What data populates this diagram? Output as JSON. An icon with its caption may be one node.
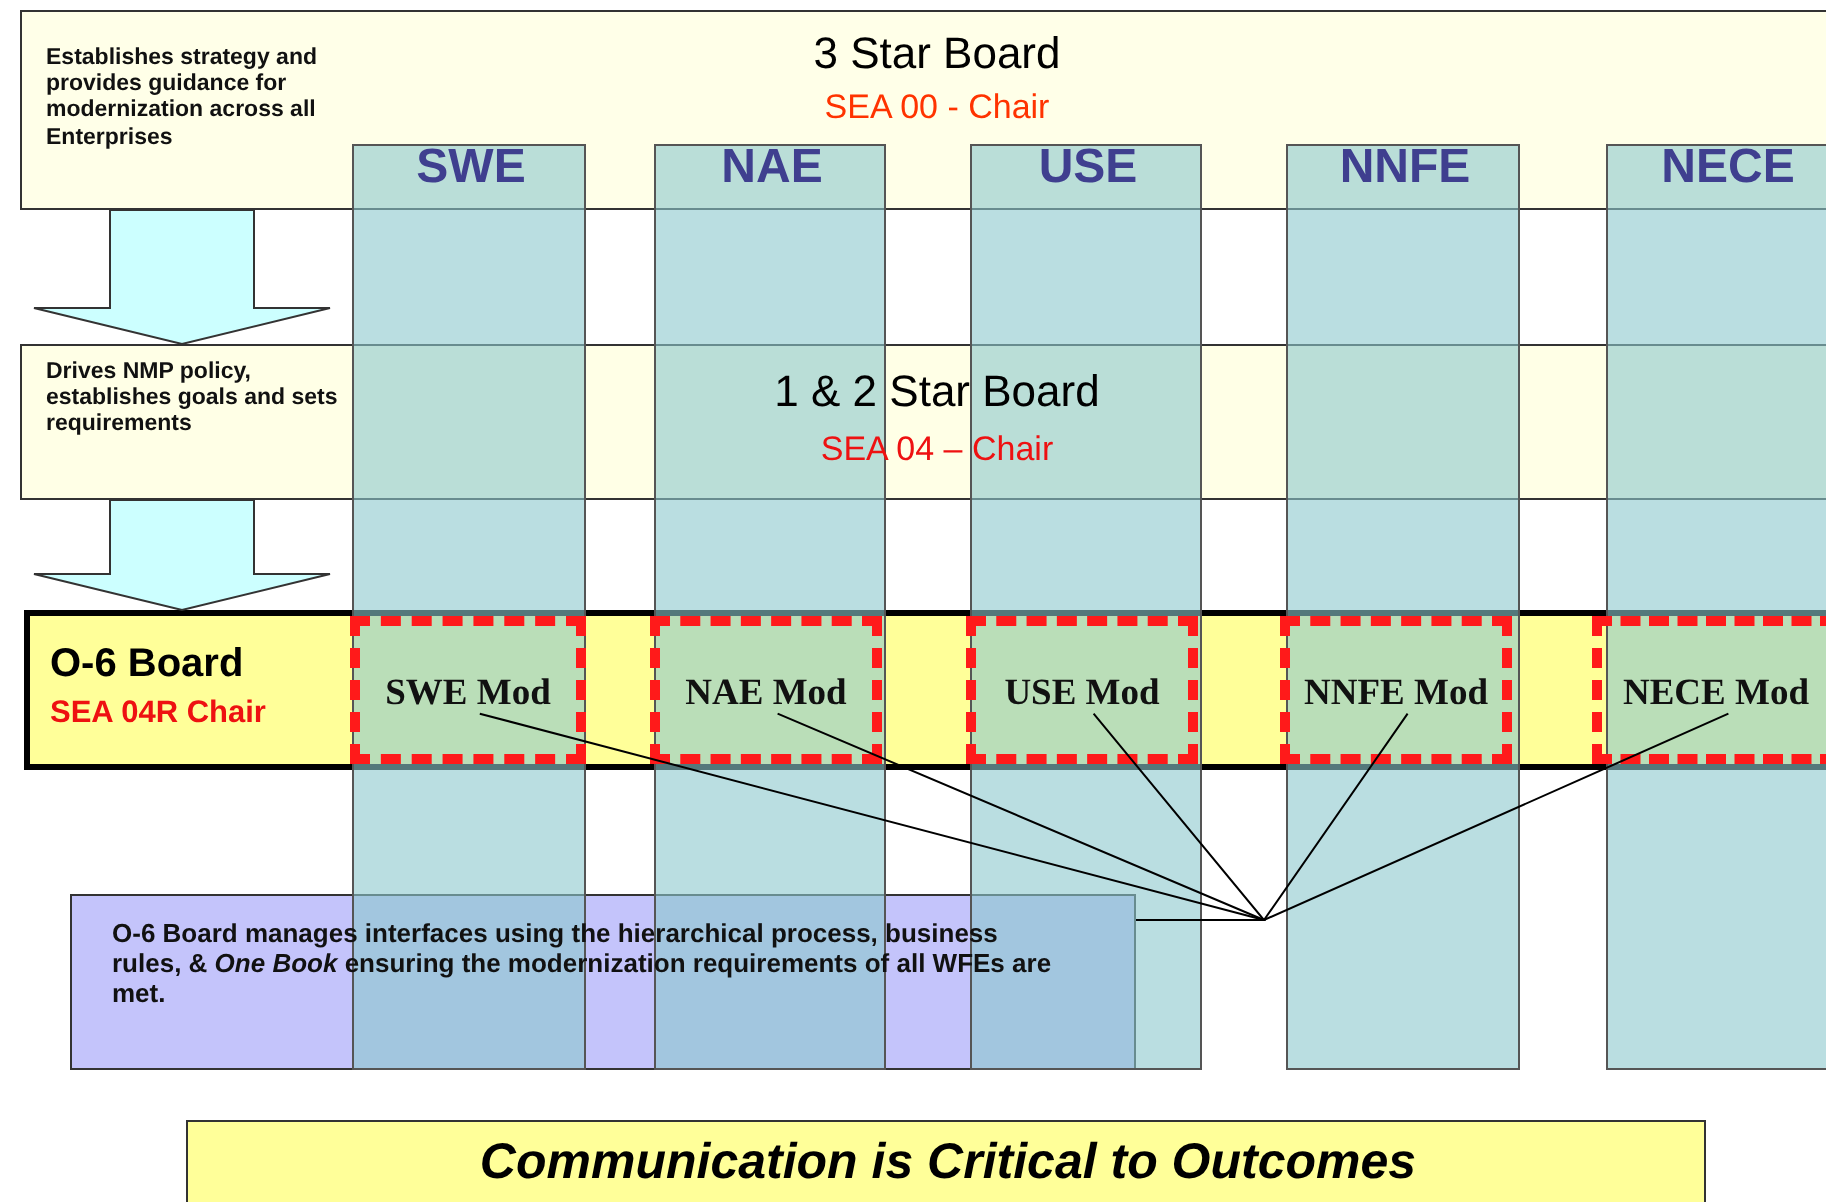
{
  "diagram": {
    "nodes": [
      {
        "text": [
          "Establishes strategy and provides guidance for modernization across all Enterprises",
          "3 Star Board",
          "SEA 00 - Chair"
        ]
      },
      {
        "text": [
          "Drives NMP policy, establishes goals and sets requirements",
          "1 & 2 Star Board",
          "SEA 04 – Chair"
        ]
      },
      {
        "text": [
          "O-6 Board",
          "SEA 04R Chair"
        ]
      },
      {
        "text": [
          "SWE"
        ]
      },
      {
        "text": [
          "NAE"
        ]
      },
      {
        "text": [
          "USE"
        ]
      },
      {
        "text": [
          "NNFE"
        ]
      },
      {
        "text": [
          "NECE"
        ]
      },
      {
        "text": [
          "SWE Mod"
        ]
      },
      {
        "text": [
          "NAE Mod"
        ]
      },
      {
        "text": [
          "USE Mod"
        ]
      },
      {
        "text": [
          "NNFE Mod"
        ]
      },
      {
        "text": [
          "NECE Mod"
        ]
      },
      {
        "text": [
          "O-6 Board manages interfaces using the hierarchical process, business rules, & *One Book* ensuring the modernization requirements of all WFEs are met."
        ]
      },
      {
        "text": [
          "Communication is Critical to Outcomes"
        ]
      }
    ],
    "edges": [
      {
        "from": 0,
        "to": 1,
        "arrow": "to"
      },
      {
        "from": 1,
        "to": 2,
        "arrow": "to"
      },
      {
        "from": 13,
        "to": 8,
        "arrow": "none"
      },
      {
        "from": 13,
        "to": 9,
        "arrow": "none"
      },
      {
        "from": 13,
        "to": 10,
        "arrow": "none"
      },
      {
        "from": 13,
        "to": 11,
        "arrow": "none"
      },
      {
        "from": 13,
        "to": 12,
        "arrow": "none"
      }
    ]
  }
}
